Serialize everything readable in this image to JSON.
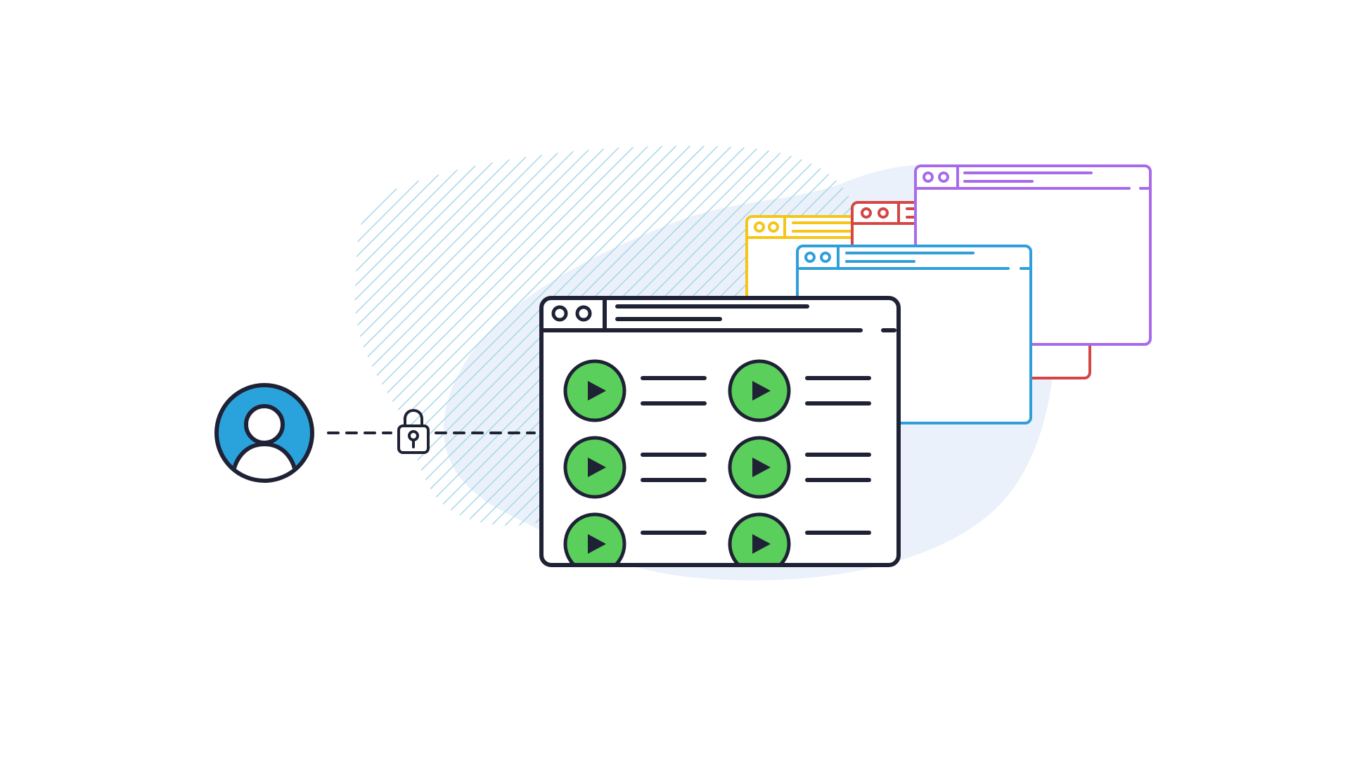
{
  "scene": {
    "description_free": true,
    "user": {
      "icon": "user-avatar-icon",
      "interactable": false
    },
    "connector": {
      "icon": "padlock-icon",
      "style": "dashed"
    },
    "main_window": {
      "rows": [
        {
          "items": [
            {
              "icon": "play-icon"
            },
            {
              "icon": "play-icon"
            }
          ]
        },
        {
          "items": [
            {
              "icon": "play-icon"
            },
            {
              "icon": "play-icon"
            }
          ]
        },
        {
          "items": [
            {
              "icon": "play-icon"
            },
            {
              "icon": "play-icon"
            }
          ]
        }
      ]
    },
    "background_windows": [
      {
        "name": "yellow-browser-window",
        "color": "#F5C518"
      },
      {
        "name": "red-browser-window",
        "color": "#D64545"
      },
      {
        "name": "purple-browser-window",
        "color": "#A76BEA"
      },
      {
        "name": "blue-browser-window",
        "color": "#2F9FDB"
      }
    ]
  },
  "colors": {
    "outline": "#1F2235",
    "play_fill": "#5BCF5B",
    "avatar_fill": "#2AA3DC",
    "hatch": "#9FD2E6",
    "blob": "#E8F0FA"
  }
}
